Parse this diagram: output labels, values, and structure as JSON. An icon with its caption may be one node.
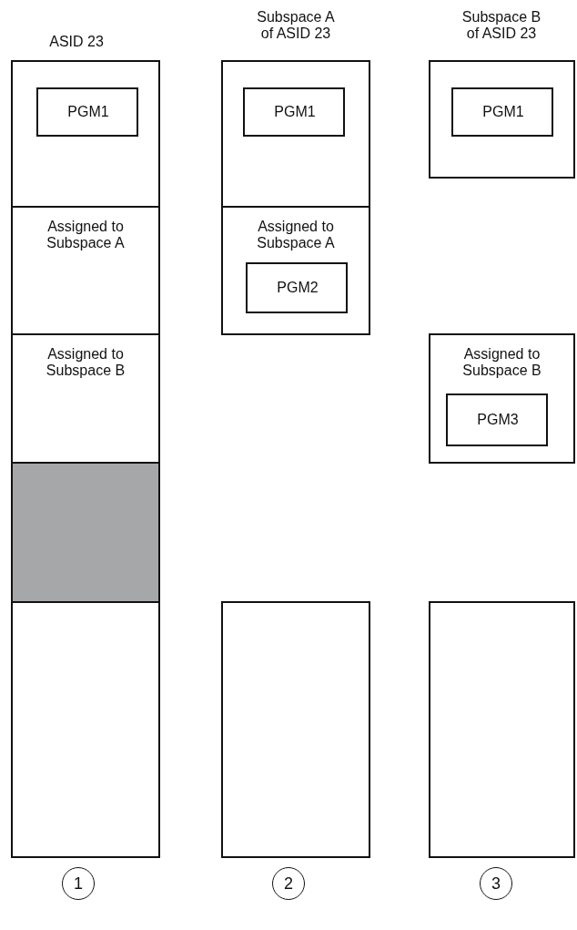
{
  "diagram": {
    "nodes": [
      {
        "text": [],
        "shape": "box"
      },
      {
        "text": [
          "PGM1"
        ],
        "in": 0
      },
      {
        "text": [
          "Assigned to Subspace A"
        ]
      },
      {
        "text": [
          "Assigned to Subspace B"
        ]
      },
      {
        "text": [],
        "shape": "box"
      },
      {
        "text": [],
        "shape": "box"
      },
      {
        "text": [],
        "shape": "box"
      },
      {
        "text": [
          "PGM1"
        ],
        "in": 6
      },
      {
        "text": [
          "Assigned to Subspace A"
        ]
      },
      {
        "text": [
          "PGM2"
        ],
        "in": 8
      },
      {
        "text": [],
        "shape": "box"
      },
      {
        "text": [],
        "shape": "box"
      },
      {
        "text": [
          "PGM1"
        ],
        "in": 11
      },
      {
        "text": [
          "Assigned to Subspace B"
        ]
      },
      {
        "text": [
          "PGM3"
        ],
        "in": 13
      },
      {
        "text": [],
        "shape": "box"
      },
      {
        "text": [
          "1"
        ]
      },
      {
        "text": [
          "2"
        ]
      },
      {
        "text": [
          "3"
        ]
      }
    ],
    "edges": [],
    "labels": [
      "ASID 23",
      "Subspace A of ASID 23",
      "Subspace B of ASID 23"
    ]
  }
}
